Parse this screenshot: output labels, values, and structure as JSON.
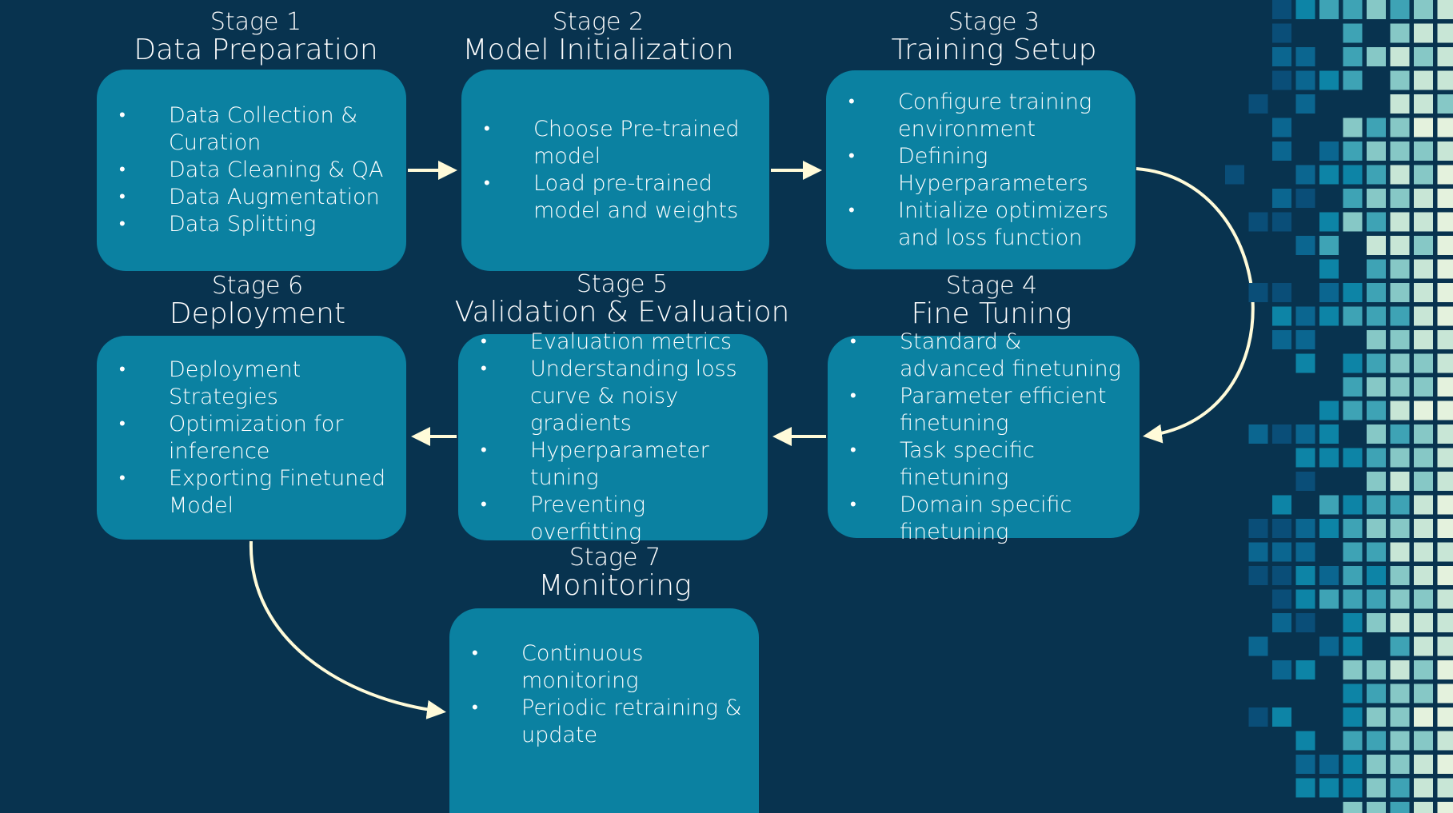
{
  "stages": [
    {
      "num": "Stage 1",
      "title": "Data Preparation",
      "items": [
        "Data Collection & Curation",
        "Data Cleaning & QA",
        "Data Augmentation",
        "Data Splitting"
      ]
    },
    {
      "num": "Stage 2",
      "title": "Model Initialization",
      "items": [
        "Choose Pre-trained model",
        "Load pre-trained model and weights"
      ]
    },
    {
      "num": "Stage 3",
      "title": "Training Setup",
      "items": [
        "Configure training environment",
        "Defining Hyperparameters",
        "Initialize optimizers and loss function"
      ]
    },
    {
      "num": "Stage 4",
      "title": "Fine Tuning",
      "items": [
        "Standard & advanced finetuning",
        "Parameter efficient finetuning",
        "Task specific finetuning",
        "Domain specific finetuning"
      ]
    },
    {
      "num": "Stage 5",
      "title": "Validation & Evaluation",
      "items": [
        "Evaluation metrics",
        "Understanding loss curve & noisy gradients",
        "Hyperparameter tuning",
        "Preventing overfitting"
      ]
    },
    {
      "num": "Stage 6",
      "title": "Deployment",
      "items": [
        "Deployment Strategies",
        "Optimization for inference",
        "Exporting Finetuned Model"
      ]
    },
    {
      "num": "Stage 7",
      "title": "Monitoring",
      "items": [
        "Continuous monitoring",
        "Periodic retraining & update"
      ]
    }
  ],
  "colors": {
    "background": "#08334f",
    "box": "#0b81a1",
    "arrow": "#fffbd9",
    "text": "#ffffff"
  }
}
